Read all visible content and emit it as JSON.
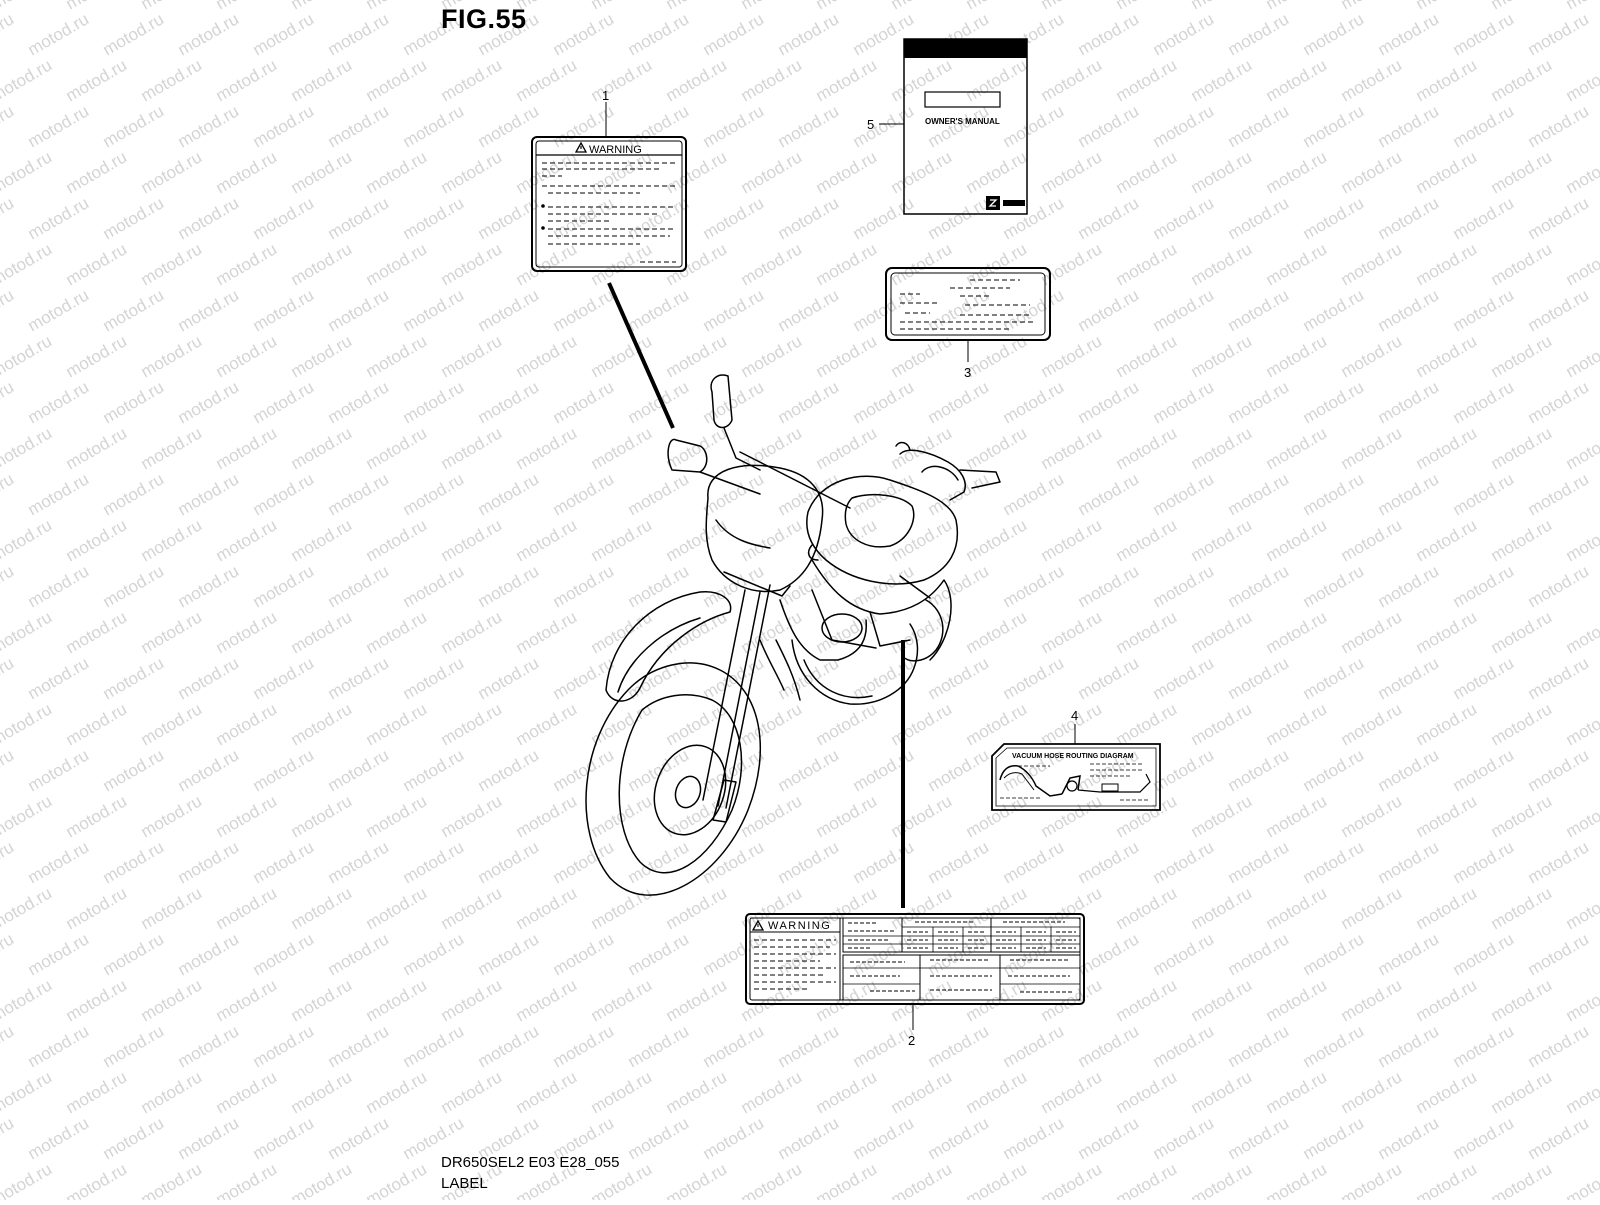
{
  "figure": {
    "title": "FIG.55",
    "code": "DR650SEL2 E03 E28_055",
    "caption": "LABEL"
  },
  "watermark": {
    "text": "motod.ru",
    "color": "#d4d4d4"
  },
  "callouts": [
    {
      "number": "1"
    },
    {
      "number": "2"
    },
    {
      "number": "3"
    },
    {
      "number": "4"
    },
    {
      "number": "5"
    }
  ],
  "labels": {
    "warning_label_1": {
      "heading": "WARNING"
    },
    "warning_label_2": {
      "heading": "WARNING"
    },
    "vacuum_label": {
      "heading": "VACUUM HOSE ROUTING DIAGRAM"
    },
    "owners_manual": {
      "title": "OWNER'S MANUAL",
      "logo_icon": "suzuki-logo-icon"
    }
  },
  "icons": {
    "warning_symbol": "warning-triangle-icon"
  }
}
